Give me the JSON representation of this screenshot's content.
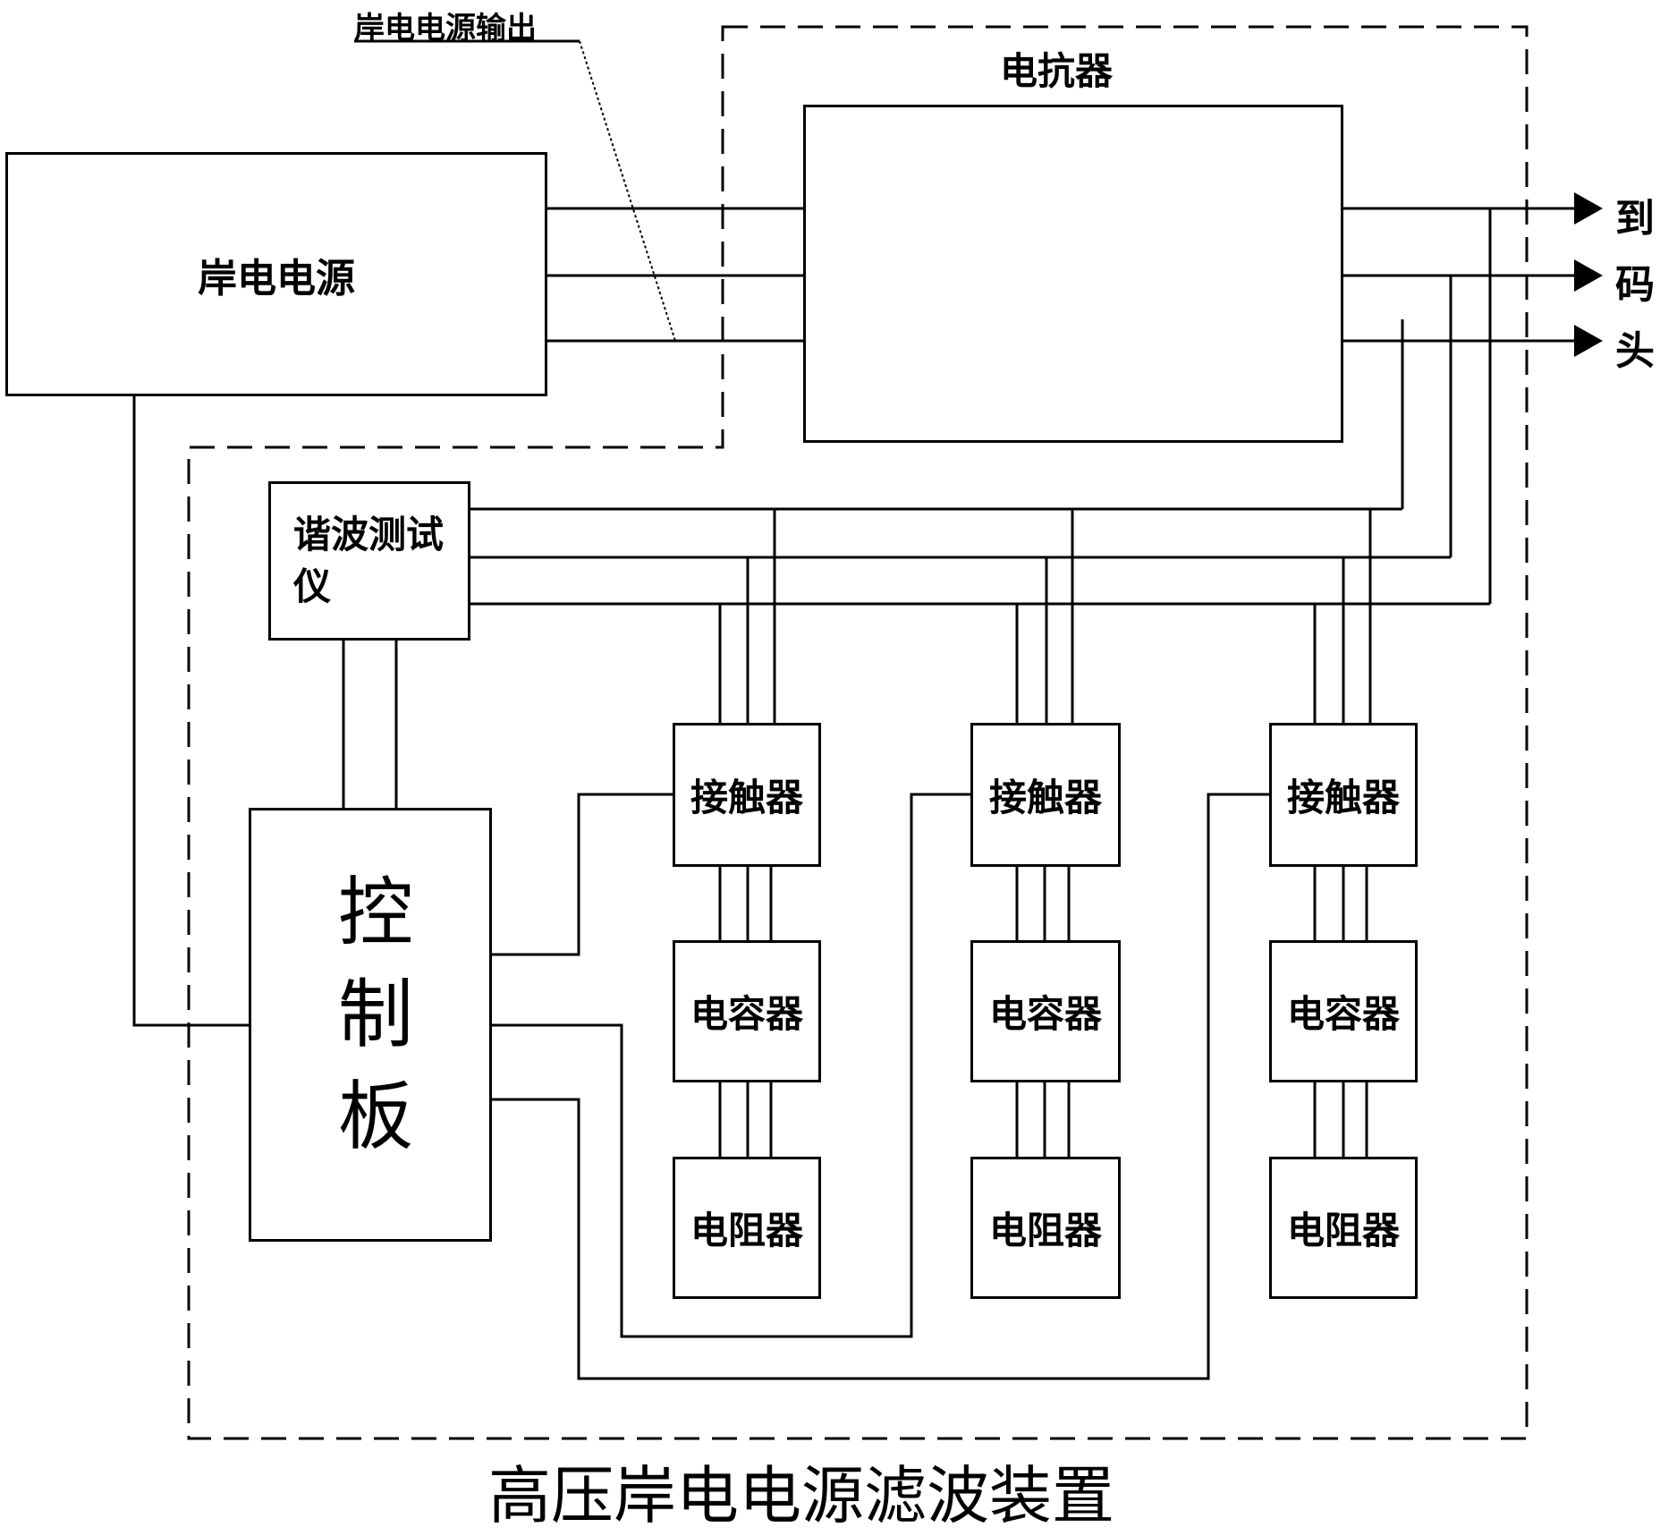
{
  "labels": {
    "shore_power_source": "岸电电源",
    "shore_power_output": "岸电电源输出",
    "reactor": "电抗器",
    "to_terminal": "到码头",
    "harmonic_tester": "谐波测试仪",
    "control_board": "控制板",
    "contactor": "接触器",
    "capacitor": "电容器",
    "resistor": "电阻器",
    "device_title": "高压岸电电源滤波装置"
  }
}
